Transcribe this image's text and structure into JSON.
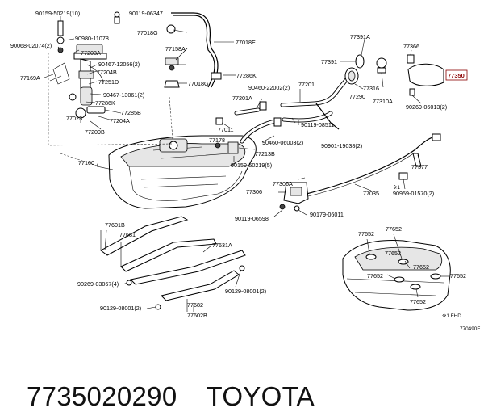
{
  "footer": {
    "part_number": "7735020290",
    "brand": "TOYOTA"
  },
  "highlight_color": "#8b0000",
  "labels": {
    "l90159_10": "90159-50219(10)",
    "l90119_06347": "90119-06347",
    "l90980": "90980-11078",
    "l90068": "90068-02074(2)",
    "l77203a": "77203A",
    "l90467": "90467-12056(2)",
    "l77169a": "77169A",
    "l77204b": "77204B",
    "l77251d": "77251D",
    "l90467b": "90467-13061(2)",
    "l77286k_a": "77286K",
    "l77285b": "77285B",
    "l77023": "77023",
    "l77204a": "77204A",
    "l77209b": "77209B",
    "l77018g_a": "77018G",
    "l77018e": "77018E",
    "l77158a": "77158A",
    "l77286k_b": "77286K",
    "l77018g_b": "77018G",
    "l77391a": "77391A",
    "l77366": "77366",
    "l77391": "77391",
    "l77350": "77350",
    "l77201": "77201",
    "l90460a": "90460-22002(2)",
    "l77316": "77316",
    "l77290": "77290",
    "l77310a": "77310A",
    "l90269_2": "90269-06013(2)",
    "l77201a": "77201A",
    "l90119_08511": "90119-08511",
    "l77011": "77011",
    "l77178": "77178",
    "l90460b": "90460-06003(2)",
    "l90901": "90901-19038(2)",
    "l77213b": "77213B",
    "l77100": "77100",
    "l90159_5": "90159-50219(5)",
    "l77377": "77377",
    "l90959": "90959-01570(2)",
    "l77306a": "77306A",
    "l77306": "77306",
    "l77035": "77035",
    "l90119_06598": "90119-06598",
    "l90179": "90179-06011",
    "l77601b": "77601B",
    "l77681": "77681",
    "l77631a": "77631A",
    "l90269_4": "90269-03067(4)",
    "l90129_2a": "90129-08001(2)",
    "l90129_2b": "90129-08001(2)",
    "l77682": "77682",
    "l77602b": "77602B",
    "l77652_a": "77652",
    "l77652_b": "77652",
    "l77652_c": "77652",
    "l77652_d": "77652",
    "l77652_e": "77652",
    "l77652_f": "77652",
    "l77652_g": "77652",
    "fhd": "※1 FHD",
    "ref": "770490F"
  }
}
